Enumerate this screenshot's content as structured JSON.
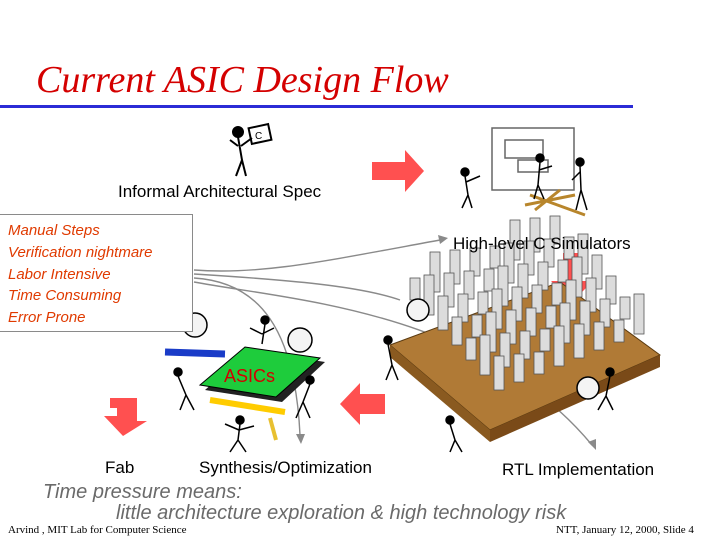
{
  "title": "Current ASIC Design Flow",
  "accent_colors": {
    "title": "#d40000",
    "rule": "#2b2bd6",
    "arrow": "#ff5050",
    "problems_text": "#e03a00",
    "chip": "#1ecc3c"
  },
  "stages": {
    "spec": "Informal Architectural Spec",
    "simulators": "High-level C Simulators",
    "rtl": "RTL Implementation",
    "synthesis": "Synthesis/Optimization",
    "fab": "Fab"
  },
  "problems": [
    "Manual Steps",
    "Verification nightmare",
    "Labor Intensive",
    "Time Consuming",
    "Error Prone"
  ],
  "spec_sheet_letter": "C",
  "chip_label": "ASICs",
  "footnote": {
    "line1": "Time pressure means:",
    "line2": "little architecture exploration & high technology risk"
  },
  "footer": {
    "left": "Arvind , MIT Lab for Computer Science",
    "right": "NTT, January 12, 2000, Slide 4"
  },
  "icons": [
    "spec-person-icon",
    "simulator-team-icon",
    "rtl-building-array-icon",
    "asic-chip-team-icon",
    "flow-arrow-icon"
  ]
}
